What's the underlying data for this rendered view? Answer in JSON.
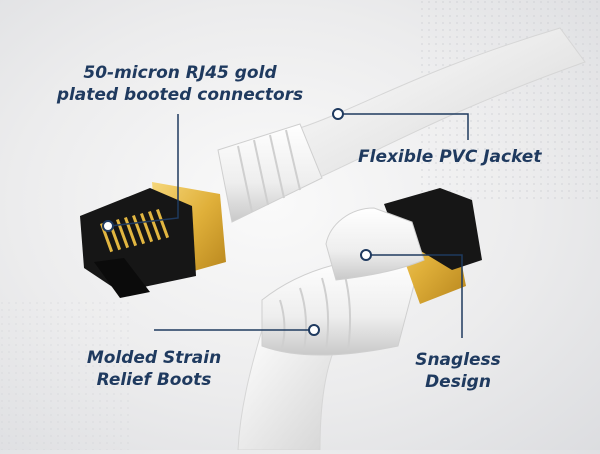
{
  "callouts": {
    "connectors": {
      "line1": "50-micron RJ45 gold",
      "line2": "plated booted connectors"
    },
    "jacket": {
      "text": "Flexible PVC Jacket"
    },
    "strain": {
      "line1": "Molded Strain",
      "line2": "Relief Boots"
    },
    "snagless": {
      "line1": "Snagless",
      "line2": "Design"
    }
  },
  "colors": {
    "label_text": "#1f3a5f",
    "leader_line": "#1f3a5f",
    "cable_white": "#f4f4f4",
    "connector_black": "#161616",
    "contact_gold": "#e2b640"
  }
}
